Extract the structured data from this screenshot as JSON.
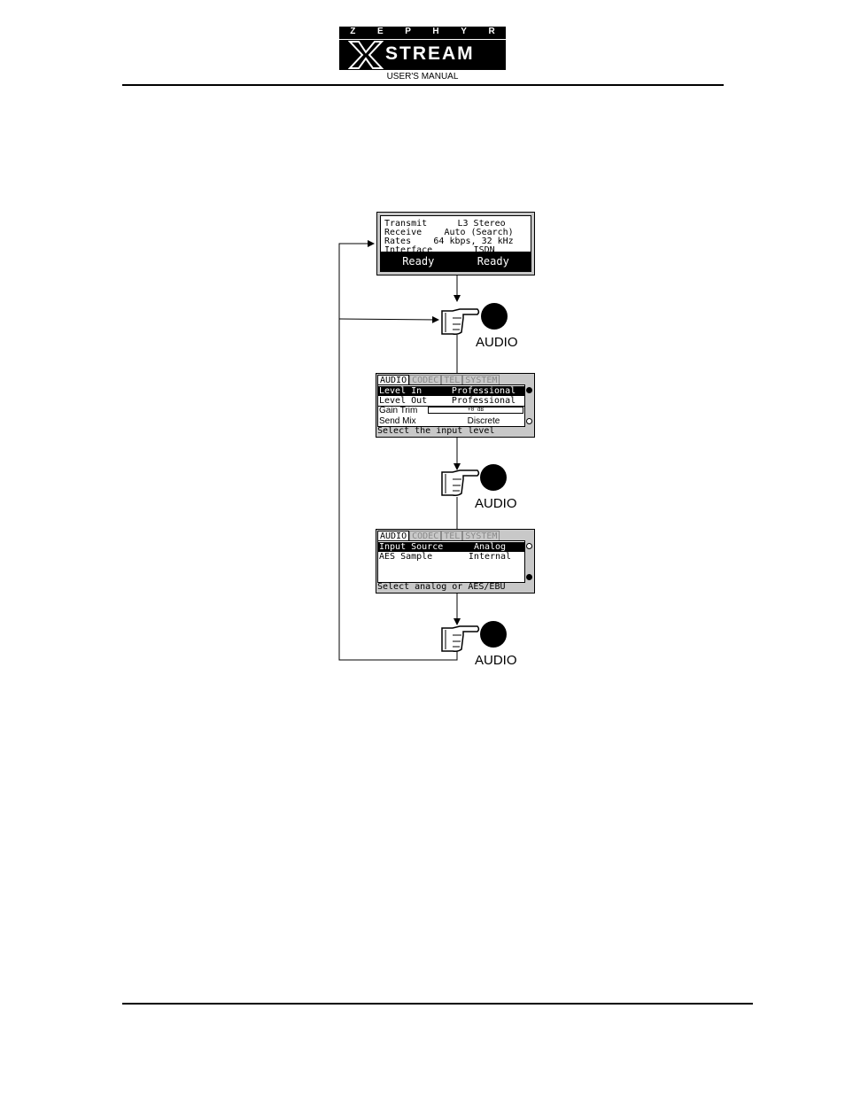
{
  "header": {
    "logo_top_letters": [
      "Z",
      "E",
      "P",
      "H",
      "Y",
      "R"
    ],
    "logo_word": "STREAM",
    "subtitle": "USER'S MANUAL"
  },
  "status_screen": {
    "rows": [
      {
        "key": "Transmit",
        "value": "L3 Stereo"
      },
      {
        "key": "Receive",
        "value": "Auto (Search)"
      },
      {
        "key": "Rates",
        "value": "64 kbps, 32 kHz"
      },
      {
        "key": "Interface",
        "value": "ISDN"
      }
    ],
    "ready_left": "Ready",
    "ready_right": "Ready"
  },
  "tabs": [
    "AUDIO",
    "CODEC",
    "TEL",
    "SYSTEM"
  ],
  "audio_menu_1": {
    "rows": [
      {
        "key": "Level In",
        "value": "Professional"
      },
      {
        "key": "Level Out",
        "value": "Professional"
      },
      {
        "key": "Gain Trim",
        "value": "+0 dB"
      },
      {
        "key": "Send Mix",
        "value": "Discrete"
      }
    ],
    "hint": "Select the input level"
  },
  "audio_menu_2": {
    "rows": [
      {
        "key": "Input Source",
        "value": "Analog"
      },
      {
        "key": "AES Sample",
        "value": "Internal"
      }
    ],
    "hint": "Select analog or AES/EBU"
  },
  "button_label": "AUDIO"
}
